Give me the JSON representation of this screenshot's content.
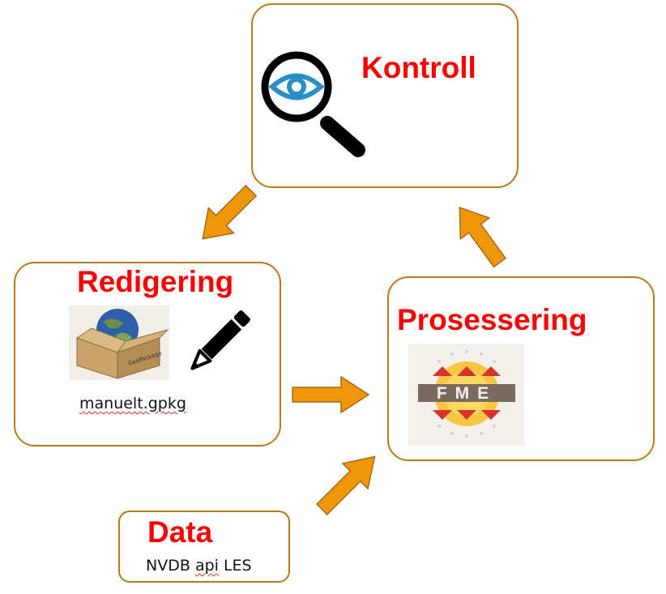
{
  "nodes": {
    "kontroll": {
      "title": "Kontroll",
      "icon": "magnifier-eye-icon"
    },
    "redigering": {
      "title": "Redigering",
      "file": "manuelt.gpkg",
      "icons": [
        "geopackage-logo",
        "pencil-icon"
      ]
    },
    "prosessering": {
      "title": "Prosessering",
      "icon": "fme-logo"
    },
    "data": {
      "title": "Data",
      "source_prefix": "NVDB",
      "source_api": "api",
      "source_suffix": "LES"
    }
  },
  "logos": {
    "geopackage_text": "GeoPackage",
    "fme_text": "FME"
  },
  "colors": {
    "title": "#ff0000",
    "border": "#b77a1a",
    "arrow_fill": "#f0960a",
    "arrow_stroke": "#a86a10",
    "eye": "#2a8fc4"
  }
}
